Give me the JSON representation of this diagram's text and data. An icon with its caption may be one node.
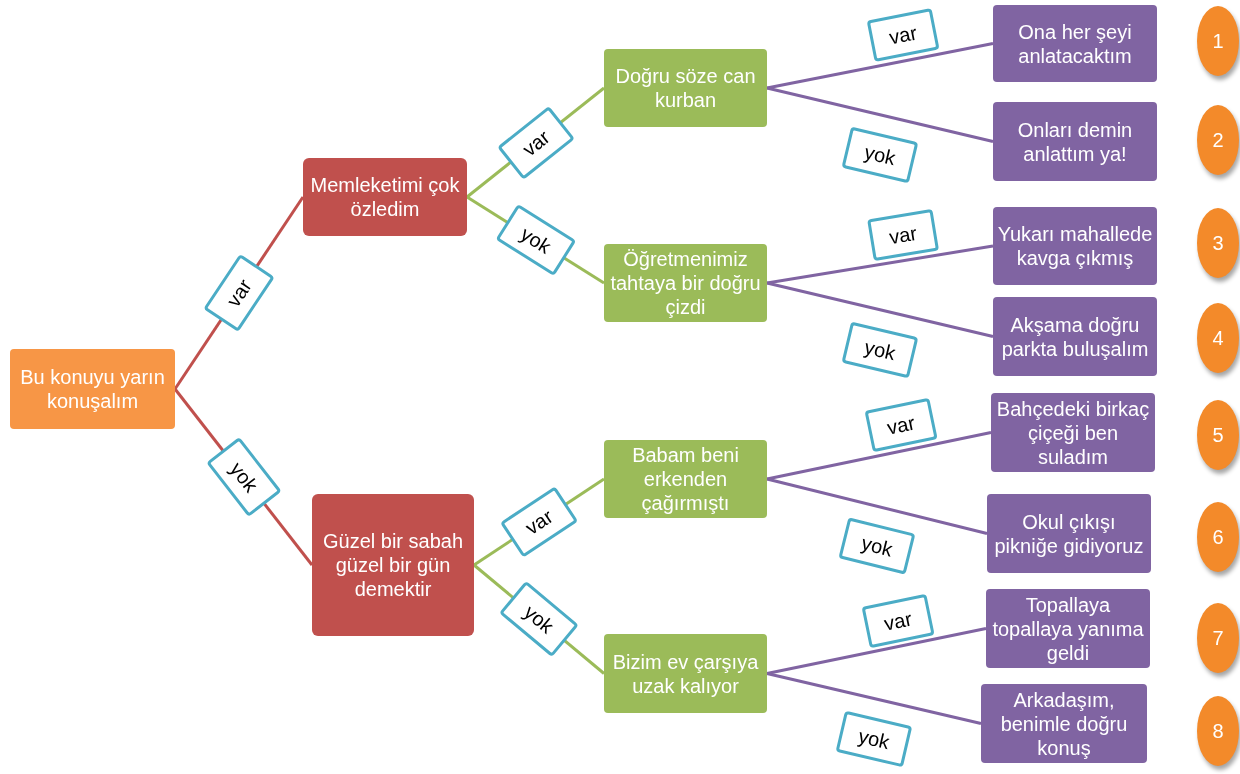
{
  "diagram": {
    "nodes": [
      {
        "text": [
          "Bu konuyu yarın konuşalım"
        ]
      },
      {
        "text": [
          "Memleketimi çok özledim"
        ]
      },
      {
        "text": [
          "Güzel bir sabah güzel bir gün demektir"
        ]
      },
      {
        "text": [
          "Doğru söze can kurban"
        ]
      },
      {
        "text": [
          "Öğretmenimiz tahtaya bir doğru çizdi"
        ]
      },
      {
        "text": [
          "Babam beni erkenden çağırmıştı"
        ]
      },
      {
        "text": [
          "Bizim ev çarşıya uzak kalıyor"
        ]
      },
      {
        "text": [
          "Ona her şeyi anlatacaktım"
        ]
      },
      {
        "text": [
          "Onları demin anlattım ya!"
        ]
      },
      {
        "text": [
          "Yukarı mahallede kavga çıkmış"
        ]
      },
      {
        "text": [
          "Akşama doğru parkta buluşalım"
        ]
      },
      {
        "text": [
          "Bahçedeki birkaç çiçeği ben suladım"
        ]
      },
      {
        "text": [
          "Okul çıkışı pikniğe gidiyoruz"
        ]
      },
      {
        "text": [
          "Topallaya topallaya yanıma geldi"
        ]
      },
      {
        "text": [
          "Arkadaşım, benimle doğru konuş"
        ]
      },
      {
        "text": [
          "1"
        ]
      },
      {
        "text": [
          "2"
        ]
      },
      {
        "text": [
          "3"
        ]
      },
      {
        "text": [
          "4"
        ]
      },
      {
        "text": [
          "5"
        ]
      },
      {
        "text": [
          "6"
        ]
      },
      {
        "text": [
          "7"
        ]
      },
      {
        "text": [
          "8"
        ]
      }
    ],
    "edges": [
      {
        "from": 0,
        "to": 1,
        "arrow": "none",
        "label": "var",
        "color": "#c0504d"
      },
      {
        "from": 0,
        "to": 2,
        "arrow": "none",
        "label": "yok",
        "color": "#c0504d"
      },
      {
        "from": 1,
        "to": 3,
        "arrow": "none",
        "label": "var",
        "color": "#9bbb59"
      },
      {
        "from": 1,
        "to": 4,
        "arrow": "none",
        "label": "yok",
        "color": "#9bbb59"
      },
      {
        "from": 2,
        "to": 5,
        "arrow": "none",
        "label": "var",
        "color": "#9bbb59"
      },
      {
        "from": 2,
        "to": 6,
        "arrow": "none",
        "label": "yok",
        "color": "#9bbb59"
      },
      {
        "from": 3,
        "to": 7,
        "arrow": "none",
        "label": "var"
      },
      {
        "from": 3,
        "to": 8,
        "arrow": "none",
        "label": "yok"
      },
      {
        "from": 4,
        "to": 9,
        "arrow": "none",
        "label": "var"
      },
      {
        "from": 4,
        "to": 10,
        "arrow": "none",
        "label": "yok"
      },
      {
        "from": 5,
        "to": 11,
        "arrow": "none",
        "label": "var"
      },
      {
        "from": 5,
        "to": 12,
        "arrow": "none",
        "label": "yok"
      },
      {
        "from": 6,
        "to": 13,
        "arrow": "none",
        "label": "var"
      },
      {
        "from": 6,
        "to": 14,
        "arrow": "none",
        "label": "yok"
      }
    ]
  }
}
